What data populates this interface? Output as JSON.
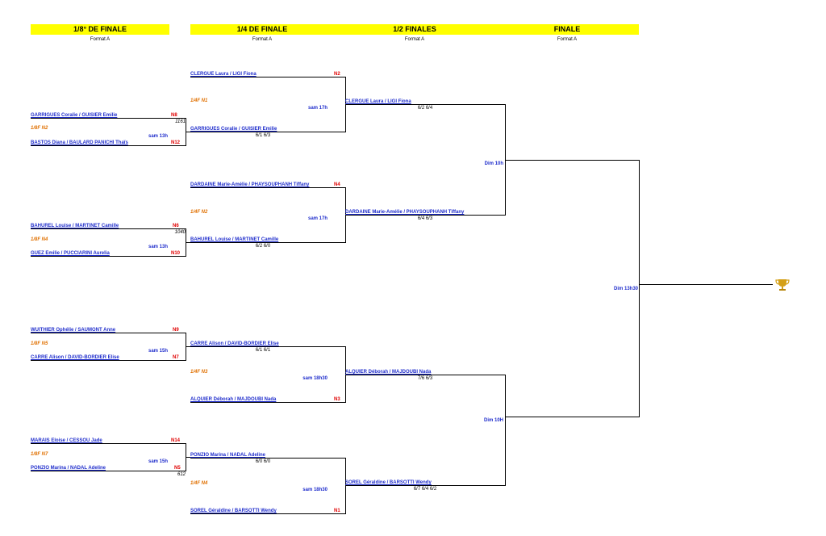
{
  "rounds": [
    {
      "label": "1/8° DE FINALE",
      "format": "Format A"
    },
    {
      "label": "1/4 DE FINALE",
      "format": "Format A"
    },
    {
      "label": "1/2 FINALES",
      "format": "Format A"
    },
    {
      "label": "FINALE",
      "format": "Format A"
    }
  ],
  "r16": [
    {
      "top": {
        "name": "GARRIGUES Coralie / GUISIER Emilie",
        "seed": "N8"
      },
      "points": "1161",
      "match": "1/8F N2",
      "time": "sam 13h",
      "bottom": {
        "name": "BASTOS Diana / BAULARD PANICHI Thaïs",
        "seed": "N12"
      }
    },
    {
      "top": {
        "name": "BAHUREL Louise / MARTINET Camille",
        "seed": "N6"
      },
      "points": "1040",
      "match": "1/8F N4",
      "time": "sam 13h",
      "bottom": {
        "name": "GUEZ Emilie / PUCCIARINI Aurelia",
        "seed": "N10"
      }
    },
    {
      "top": {
        "name": "WUITHIER Ophélie / SAUMONT Anne",
        "seed": "N9"
      },
      "match": "1/8F N5",
      "time": "sam 15h",
      "bottom": {
        "name": "CARRE Alison / DAVID-BORDIER Elise",
        "seed": "N7"
      }
    },
    {
      "top": {
        "name": "MARAIS Eloise / CESSOU Jade",
        "seed": "N14"
      },
      "match": "1/8F N7",
      "time": "sam 15h",
      "bottom": {
        "name": "PONZIO Marina / NADAL Adeline",
        "seed": "N5"
      },
      "points": "612"
    }
  ],
  "qf": [
    {
      "top": {
        "name": "CLERGUE Laura / LIGI Fiona",
        "seed": "N2"
      },
      "match": "1/4F N1",
      "time": "sam 17h",
      "bottom": {
        "name": "GARRIGUES Coralie / GUISIER Emilie",
        "score": "6/1 6/3"
      }
    },
    {
      "top": {
        "name": "DARDAINE Marie-Amélie / PHAYSOUPHANH Tiffany",
        "seed": "N4"
      },
      "match": "1/4F N2",
      "time": "sam 17h",
      "bottom": {
        "name": "BAHUREL Louise / MARTINET Camille",
        "score": "6/2 6/0"
      }
    },
    {
      "top": {
        "name": "CARRE Alison / DAVID-BORDIER Elise",
        "score": "6/1 6/1"
      },
      "match": "1/4F N3",
      "time": "sam 18h30",
      "bottom": {
        "name": "ALQUIER Déborah / MAJDOUBI Nada",
        "seed": "N3"
      }
    },
    {
      "top": {
        "name": "PONZIO Marina / NADAL Adeline",
        "score": "6/0 6/0"
      },
      "match": "1/4F N4",
      "time": "sam 18h30",
      "bottom": {
        "name": "SOREL Géraldine / BARSOTTI Wendy",
        "seed": "N1"
      }
    }
  ],
  "sf": [
    {
      "top": {
        "name": "CLERGUE Laura / LIGI Fiona",
        "score": "6/2 6/4"
      },
      "time": "Dim 10h",
      "bottom": {
        "name": "DARDAINE Marie-Amélie / PHAYSOUPHANH Tiffany",
        "score": "6/4 6/3"
      }
    },
    {
      "top": {
        "name": "ALQUIER Déborah / MAJDOUBI Nada",
        "score": "7/6 6/3"
      },
      "time": "Dim 10H",
      "bottom": {
        "name": "SOREL Géraldine / BARSOTTI Wendy",
        "score": "6/7 6/4 6/2"
      }
    }
  ],
  "final": {
    "time": "Dim 13h30",
    "icon": "trophy-icon"
  },
  "colors": {
    "header": "#ffff00",
    "player": "#1f2dcc",
    "seed": "#e00000",
    "match": "#e07000",
    "trophy": "#d4a017"
  }
}
